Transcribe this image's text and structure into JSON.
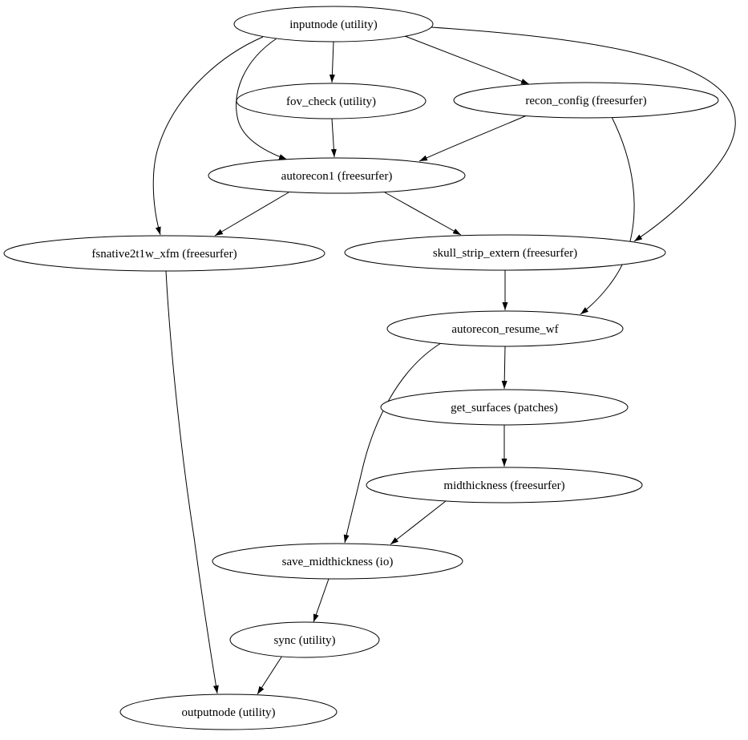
{
  "diagram": {
    "type": "directed-graph",
    "description": "workflow graph",
    "colors": {
      "background": "#ffffff",
      "node_fill": "#ffffff",
      "stroke": "#000000",
      "text": "#000000"
    },
    "nodes": [
      {
        "id": "inputnode",
        "label": "inputnode (utility)"
      },
      {
        "id": "fov_check",
        "label": "fov_check (utility)"
      },
      {
        "id": "recon_config",
        "label": "recon_config (freesurfer)"
      },
      {
        "id": "autorecon1",
        "label": "autorecon1 (freesurfer)"
      },
      {
        "id": "fsnative2t1w_xfm",
        "label": "fsnative2t1w_xfm (freesurfer)"
      },
      {
        "id": "skull_strip_extern",
        "label": "skull_strip_extern (freesurfer)"
      },
      {
        "id": "autorecon_resume_wf",
        "label": "autorecon_resume_wf"
      },
      {
        "id": "get_surfaces",
        "label": "get_surfaces (patches)"
      },
      {
        "id": "midthickness",
        "label": "midthickness (freesurfer)"
      },
      {
        "id": "save_midthickness",
        "label": "save_midthickness (io)"
      },
      {
        "id": "sync",
        "label": "sync (utility)"
      },
      {
        "id": "outputnode",
        "label": "outputnode (utility)"
      }
    ],
    "edges": [
      {
        "from": "inputnode",
        "to": "fov_check"
      },
      {
        "from": "inputnode",
        "to": "recon_config"
      },
      {
        "from": "inputnode",
        "to": "autorecon1"
      },
      {
        "from": "inputnode",
        "to": "fsnative2t1w_xfm"
      },
      {
        "from": "inputnode",
        "to": "skull_strip_extern"
      },
      {
        "from": "fov_check",
        "to": "autorecon1"
      },
      {
        "from": "recon_config",
        "to": "autorecon1"
      },
      {
        "from": "recon_config",
        "to": "autorecon_resume_wf"
      },
      {
        "from": "autorecon1",
        "to": "fsnative2t1w_xfm"
      },
      {
        "from": "autorecon1",
        "to": "skull_strip_extern"
      },
      {
        "from": "skull_strip_extern",
        "to": "autorecon_resume_wf"
      },
      {
        "from": "autorecon_resume_wf",
        "to": "get_surfaces"
      },
      {
        "from": "autorecon_resume_wf",
        "to": "save_midthickness"
      },
      {
        "from": "get_surfaces",
        "to": "midthickness"
      },
      {
        "from": "midthickness",
        "to": "save_midthickness"
      },
      {
        "from": "save_midthickness",
        "to": "sync"
      },
      {
        "from": "sync",
        "to": "outputnode"
      },
      {
        "from": "fsnative2t1w_xfm",
        "to": "outputnode"
      }
    ]
  }
}
